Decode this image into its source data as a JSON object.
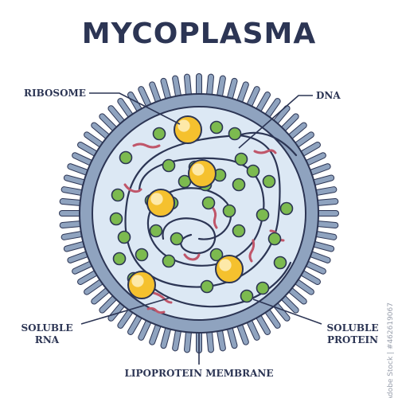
{
  "title": "MYCOPLASMA",
  "labels": {
    "ribosome": "RIBOSOME",
    "dna": "DNA",
    "soluble_rna_line1": "SOLUBLE",
    "soluble_rna_line2": "RNA",
    "soluble_protein_line1": "SOLUBLE",
    "soluble_protein_line2": "PROTEIN",
    "lipoprotein_membrane": "LIPOPROTEIN MEMBRANE"
  },
  "watermark": "Adobe Stock | #462619067",
  "colors": {
    "outline": "#2c3554",
    "membrane": "#8fa3bf",
    "cytoplasm": "#dce8f4",
    "ribosome_fill": "#f5c12e",
    "ribosome_highlight": "#fde9a8",
    "protein_fill": "#7cba4f",
    "rna": "#c0566a"
  },
  "icons": {
    "ribosome": "yellow-circle",
    "soluble-protein": "green-circle",
    "soluble-rna": "red-squiggle"
  }
}
